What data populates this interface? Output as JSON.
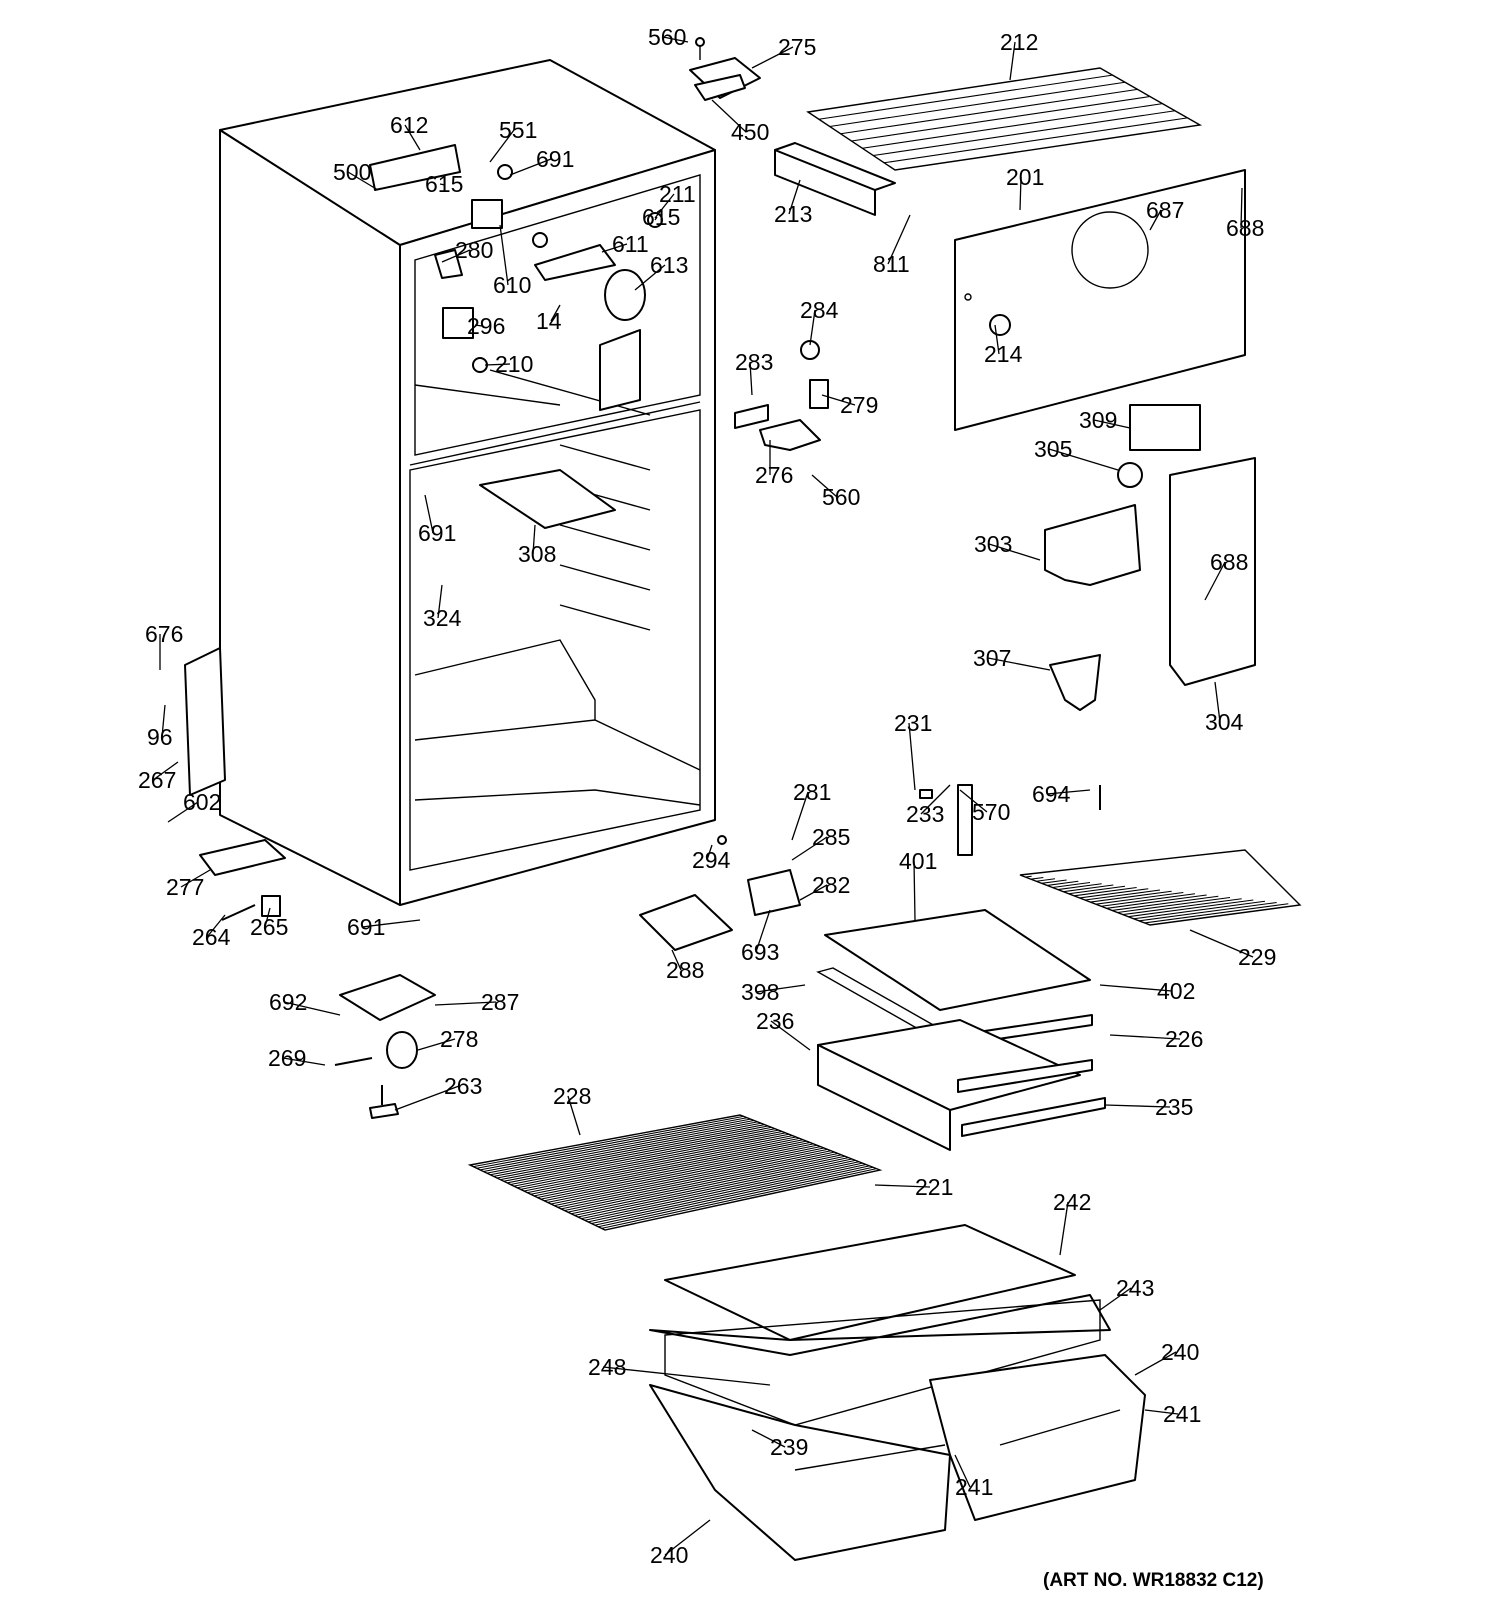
{
  "art_number": "(ART NO. WR18832 C12)",
  "callouts": [
    "560",
    "275",
    "450",
    "212",
    "213",
    "201",
    "811",
    "687",
    "688",
    "214",
    "612",
    "551",
    "691",
    "500",
    "615",
    "211",
    "280",
    "611",
    "610",
    "613",
    "296",
    "14",
    "210",
    "284",
    "283",
    "279",
    "276",
    "309",
    "305",
    "303",
    "307",
    "304",
    "308",
    "324",
    "676",
    "96",
    "267",
    "602",
    "277",
    "264",
    "265",
    "231",
    "233",
    "570",
    "694",
    "281",
    "285",
    "282",
    "294",
    "401",
    "229",
    "693",
    "288",
    "398",
    "402",
    "287",
    "692",
    "278",
    "269",
    "263",
    "236",
    "226",
    "235",
    "228",
    "221",
    "242",
    "243",
    "248",
    "240",
    "241",
    "239"
  ]
}
